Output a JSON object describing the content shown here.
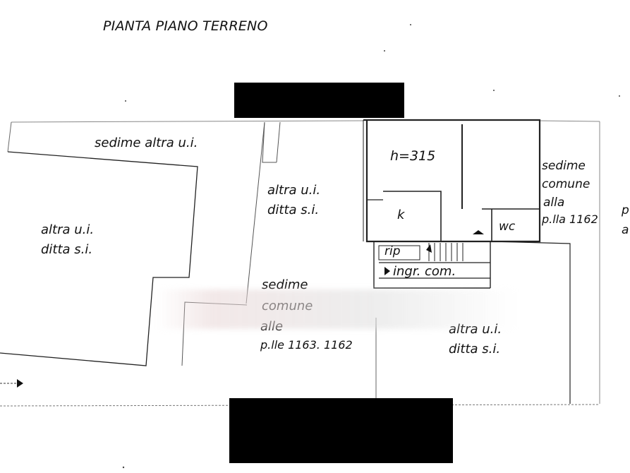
{
  "title": "PIANTA PIANO TERRENO",
  "labels": {
    "sedime_altra_ui": "sedime altra u.i.",
    "left_unit_l1": "altra u.i.",
    "left_unit_l2": "ditta s.i.",
    "mid_unit_l1": "altra u.i.",
    "mid_unit_l2": "ditta s.i.",
    "height": "h=315",
    "kitchen": "k",
    "wc": "wc",
    "rip": "rip",
    "ingr_com": "ingr. com.",
    "sedime_right_l1": "sedime",
    "sedime_right_l2": "comune",
    "sedime_right_l3": "alla",
    "sedime_right_l4": "p.lla 1162",
    "sedime_mid_l1": "sedime",
    "sedime_mid_l2": "comune",
    "sedime_mid_l3": "alle",
    "sedime_mid_l4": "p.lle 1163. 1162",
    "br_unit_l1": "altra u.i.",
    "br_unit_l2": "ditta s.i.",
    "edge_l1": "p",
    "edge_l2": "a"
  }
}
